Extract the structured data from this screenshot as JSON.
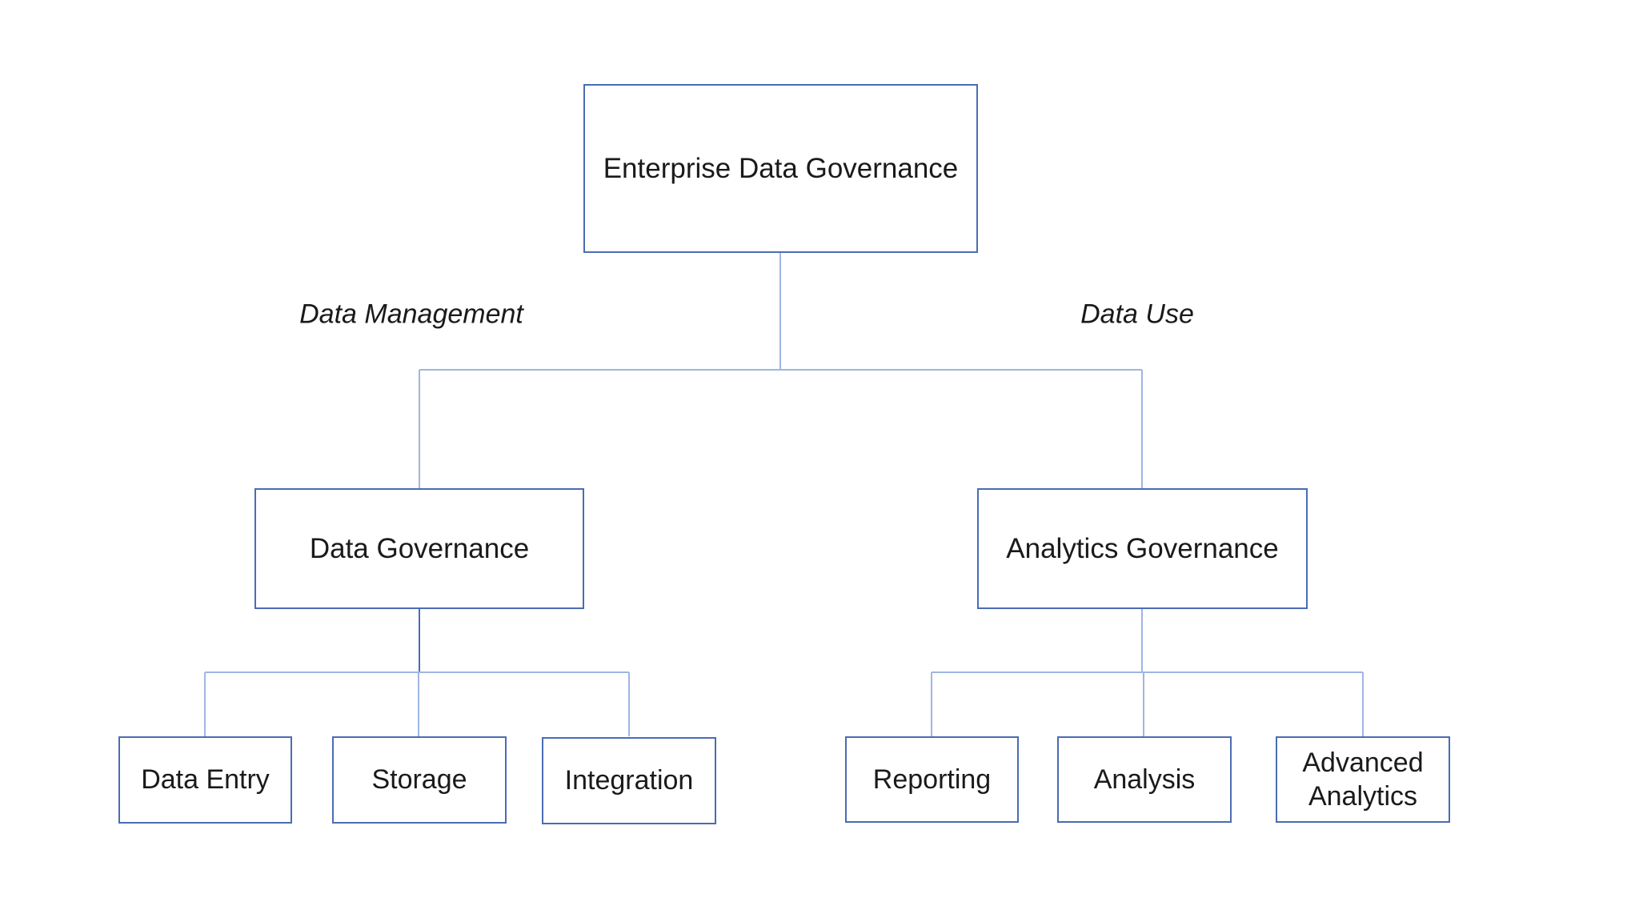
{
  "root": {
    "label": "Enterprise Data Governance"
  },
  "branches": [
    {
      "edge_label": "Data Management",
      "label": "Data Governance",
      "children": [
        "Data Entry",
        "Storage",
        "Integration"
      ]
    },
    {
      "edge_label": "Data Use",
      "label": "Analytics Governance",
      "children": [
        "Reporting",
        "Analysis",
        "Advanced Analytics"
      ]
    }
  ],
  "colors": {
    "box_border": "#4a6cb3",
    "connector": "#9fb6e2"
  }
}
